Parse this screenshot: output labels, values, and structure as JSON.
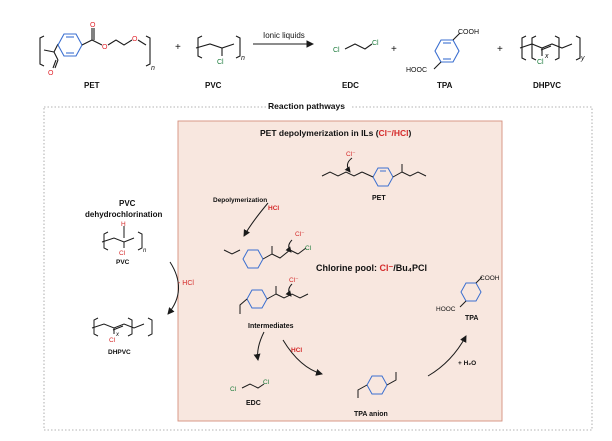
{
  "colors": {
    "bond": "#1a1a1a",
    "oxygen": "#e0232b",
    "chlorine": "#1a7a3a",
    "red_text": "#d42a2a",
    "blue_ring": "#3b6fd0",
    "panel_fill": "#f8e7df",
    "panel_border": "#d48f7e",
    "dotted_border": "#9a9a9a"
  },
  "top": {
    "pet_label": "PET",
    "pvc_label": "PVC",
    "plus": "+",
    "condition": "Ionic liquids",
    "edc_label": "EDC",
    "tpa_label": "TPA",
    "dhpvc_label": "DHPVC",
    "pet_n": "n",
    "pvc_n": "n",
    "dh_x": "x",
    "dh_y": "y",
    "cl": "Cl",
    "o": "O",
    "cooh": "COOH",
    "hooc": "HOOC"
  },
  "pathways_title": "Reaction pathways",
  "pet_panel": {
    "title_prefix": "PET depolymerization in ILs (",
    "title_red": "Cl⁻/HCl",
    "title_suffix": ")",
    "pet_label": "PET",
    "cl_minus": "Cl⁻",
    "depoly_label": "Depolymerization",
    "hcl": "HCl",
    "intermediates_label": "Intermediates",
    "pool_prefix": "Chlorine pool: ",
    "pool_red": "Cl⁻",
    "pool_suffix": "/Bu₄PCl",
    "hcl_lower": "HCl",
    "edc_label": "EDC",
    "tpa_anion_label": "TPA anion",
    "tpa_label": "TPA",
    "water": "+ H₂O",
    "cooh": "COOH",
    "hooc": "HOOC",
    "cl": "Cl"
  },
  "left_panel": {
    "title_line1": "PVC",
    "title_line2": "dehydrochlorination",
    "h": "H",
    "cl": "Cl",
    "pvc_label": "PVC",
    "minus_hcl": "- HCl",
    "dhpvc_label": "DHPVC",
    "x": "x",
    "n": "n"
  }
}
